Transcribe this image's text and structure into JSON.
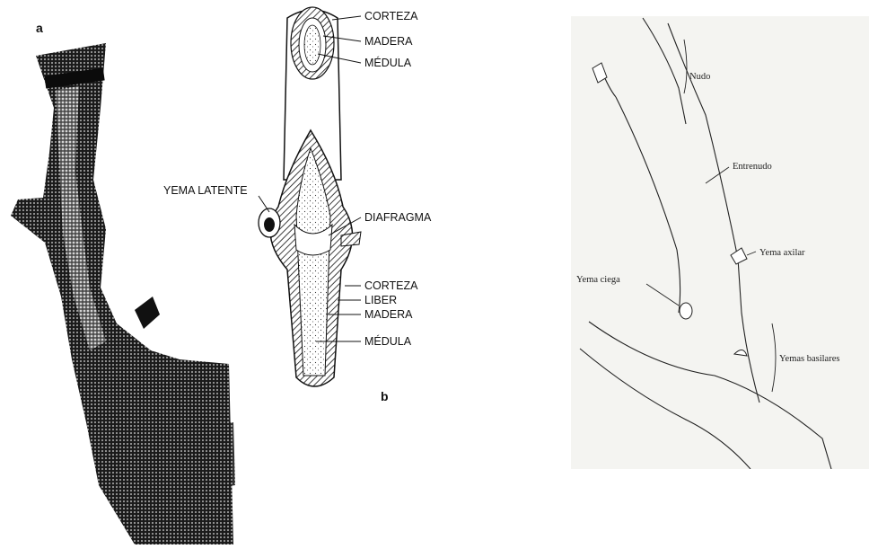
{
  "panel_a": {
    "letter": "a"
  },
  "panel_b": {
    "letter": "b",
    "labels": {
      "corteza_top": "CORTEZA",
      "madera_top": "MADERA",
      "medula_top": "MÉDULA",
      "yema_latente": "YEMA LATENTE",
      "diafragma": "DIAFRAGMA",
      "corteza_bottom": "CORTEZA",
      "liber": "LIBER",
      "madera_bottom": "MADERA",
      "medula_bottom": "MÉDULA"
    }
  },
  "panel_c": {
    "labels": {
      "nudo": "Nudo",
      "entrenudo": "Entrenudo",
      "yema_axilar": "Yema axilar",
      "yema_ciega": "Yema ciega",
      "yemas_basilares": "Yemas basilares"
    }
  }
}
